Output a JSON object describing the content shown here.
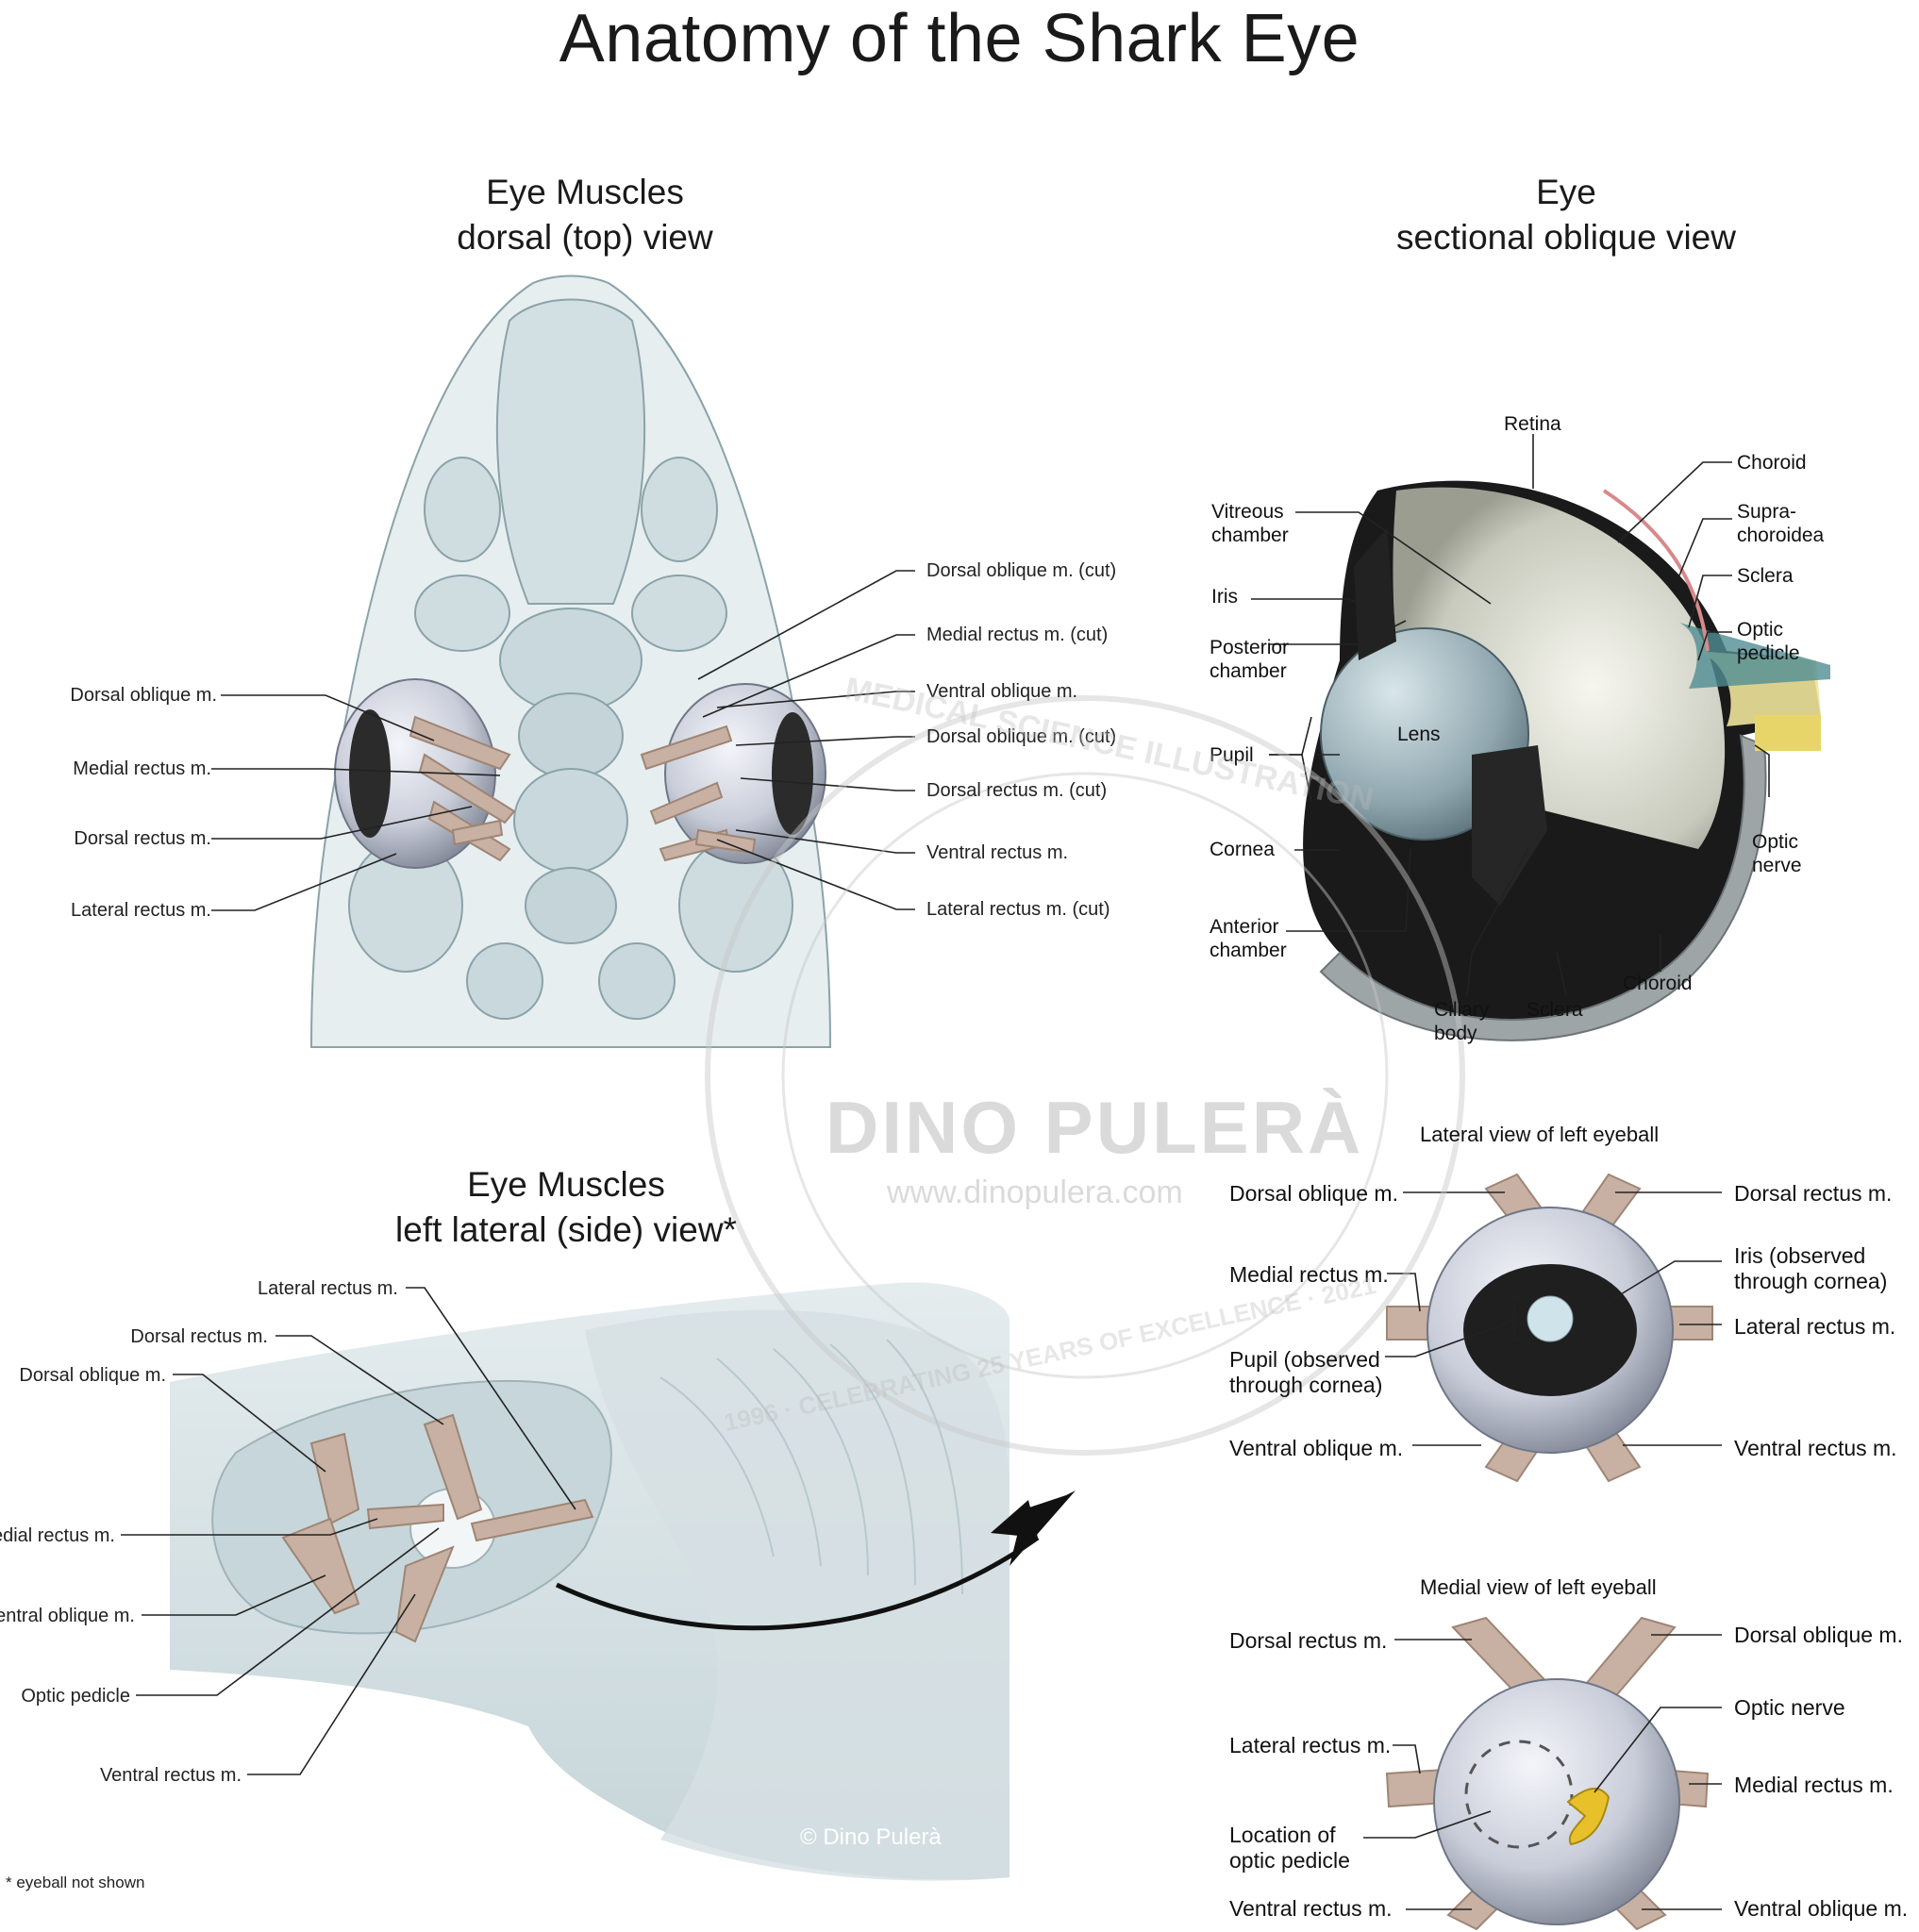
{
  "title": "Anatomy of the Shark Eye",
  "dorsal_view": {
    "heading": "Eye Muscles",
    "subheading": "dorsal (top) view",
    "left_labels": [
      "Dorsal oblique m.",
      "Medial rectus m.",
      "Dorsal rectus m.",
      "Lateral rectus m."
    ],
    "right_labels": [
      "Dorsal oblique m. (cut)",
      "Medial rectus m. (cut)",
      "Ventral oblique m.",
      "Dorsal oblique m. (cut)",
      "Dorsal rectus m. (cut)",
      "Ventral rectus m.",
      "Lateral rectus m. (cut)"
    ]
  },
  "sectional_view": {
    "heading": "Eye",
    "subheading": "sectional oblique view",
    "labels": {
      "retina": "Retina",
      "choroid_top": "Choroid",
      "suprachoroidea": "Supra-\nchoroidea",
      "sclera_top": "Sclera",
      "optic_pedicle": "Optic\npedicle",
      "optic_nerve": "Optic\nnerve",
      "vitreous": "Vitreous\nchamber",
      "iris": "Iris",
      "posterior": "Posterior\nchamber",
      "pupil": "Pupil",
      "lens": "Lens",
      "cornea": "Cornea",
      "anterior": "Anterior\nchamber",
      "ciliary": "Ciliary\nbody",
      "sclera_bottom": "Sclera",
      "choroid_bottom": "Choroid"
    }
  },
  "lateral_side_view": {
    "heading": "Eye Muscles",
    "subheading": "left lateral (side) view*",
    "labels": [
      "Lateral rectus m.",
      "Dorsal rectus m.",
      "Dorsal oblique m.",
      "Medial rectus m.",
      "Ventral oblique m.",
      "Optic pedicle",
      "Ventral rectus m."
    ],
    "footnote": "* eyeball not shown"
  },
  "lateral_eyeball": {
    "caption": "Lateral view of left eyeball",
    "labels": {
      "dorsal_oblique": "Dorsal oblique m.",
      "dorsal_rectus": "Dorsal rectus m.",
      "medial_rectus": "Medial rectus m.",
      "iris": "Iris (observed\nthrough cornea)",
      "lateral_rectus": "Lateral rectus m.",
      "pupil": "Pupil (observed\nthrough cornea)",
      "ventral_oblique": "Ventral oblique m.",
      "ventral_rectus": "Ventral rectus m."
    }
  },
  "medial_eyeball": {
    "caption": "Medial view of left eyeball",
    "labels": {
      "dorsal_rectus": "Dorsal rectus m.",
      "dorsal_oblique": "Dorsal oblique m.",
      "optic_nerve": "Optic nerve",
      "lateral_rectus": "Lateral rectus m.",
      "medial_rectus": "Medial rectus m.",
      "optic_pedicle_location": "Location of\noptic pedicle",
      "ventral_rectus": "Ventral rectus m.",
      "ventral_oblique": "Ventral oblique m."
    }
  },
  "watermark": {
    "top_arc": "MEDICAL SCIENCE ILLUSTRATION",
    "name": "DINO PULERÀ",
    "url": "www.dinopulera.com",
    "bottom_arc": "1996 · CELEBRATING 25 YEARS OF EXCELLENCE · 2021"
  },
  "copyright": "© Dino Pulerà",
  "colors": {
    "skin": "#d7e1e3",
    "muscle": "#c8b0a3",
    "eyeball": "#c9cdd9",
    "optic_nerve": "#e8c12a",
    "sclera": "#8d9597"
  }
}
